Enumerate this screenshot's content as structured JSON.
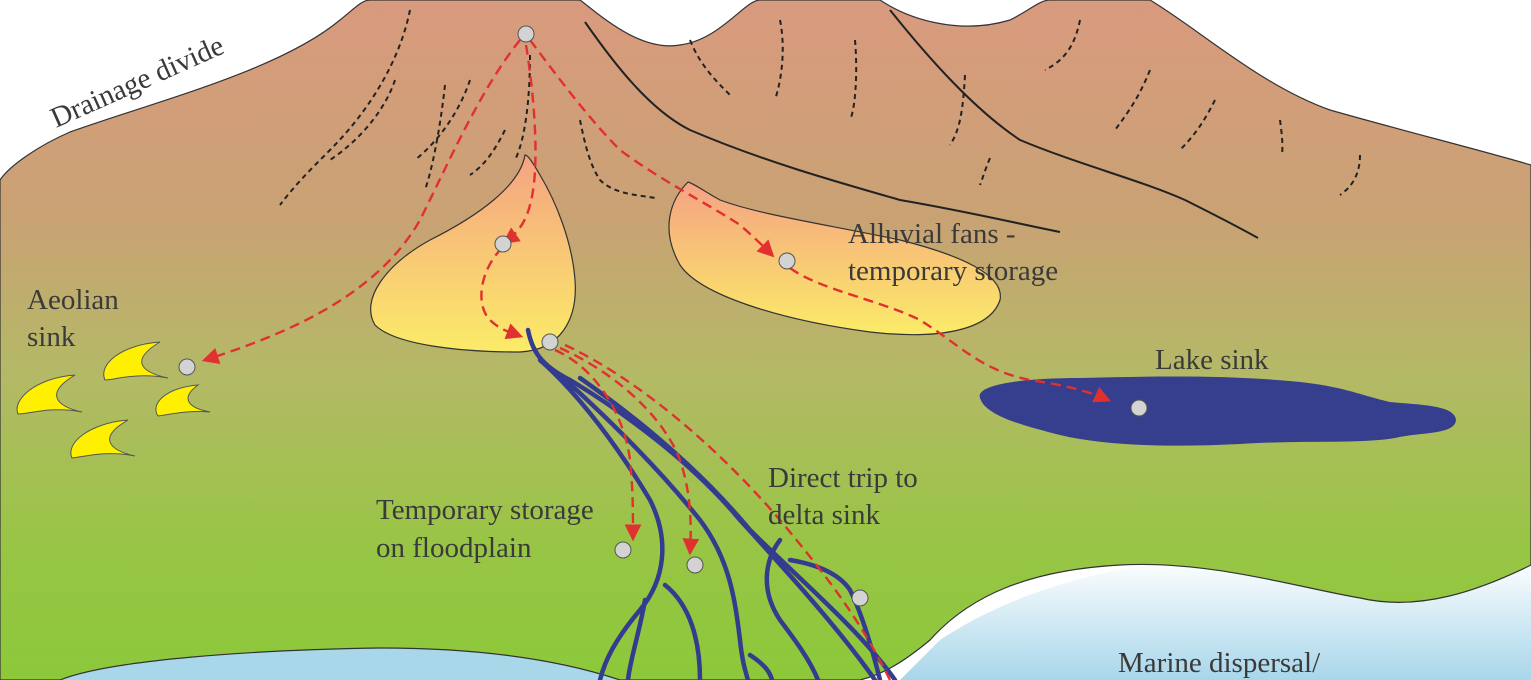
{
  "labels": {
    "drainage_divide": "Drainage divide",
    "aeolian_line1": "Aeolian",
    "aeolian_line2": "sink",
    "alluvial_line1": "Alluvial fans -",
    "alluvial_line2": "temporary storage",
    "lake_sink": "Lake sink",
    "direct_line1": "Direct trip to",
    "direct_line2": "delta sink",
    "floodplain_line1": "Temporary storage",
    "floodplain_line2": "on floodplain",
    "marine_line1": "Marine dispersal/"
  },
  "colors": {
    "mountain_top": "#d89a7e",
    "plain_mid": "#b8b86a",
    "plain_bottom": "#8cc83a",
    "fan_top": "#f6a783",
    "fan_bottom": "#fbea6a",
    "lake": "#363e8e",
    "river": "#343c8f",
    "sediment_path": "#e03030",
    "sediment_point": "#d3d3d3",
    "dune": "#fff000",
    "sea": "#a9d7ea"
  }
}
